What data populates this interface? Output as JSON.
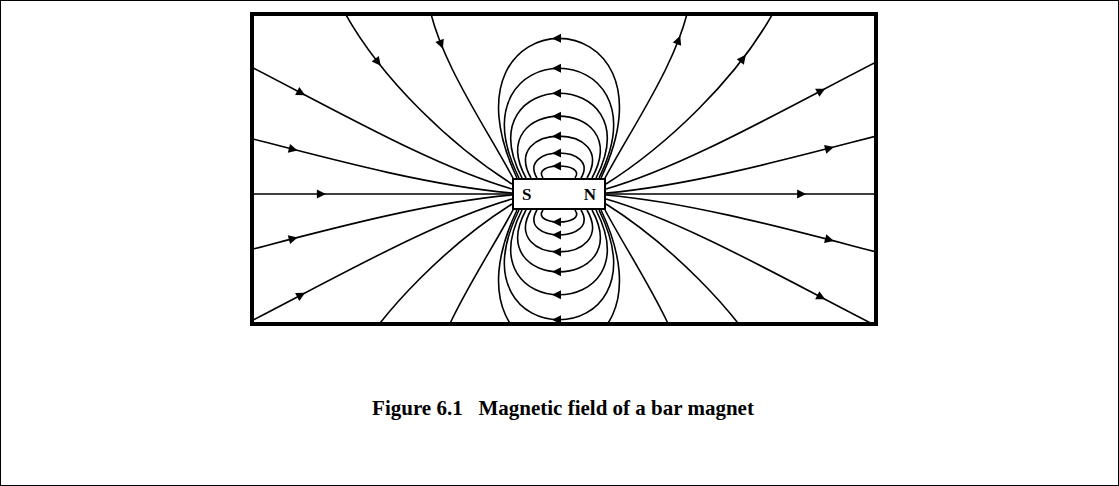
{
  "diagram": {
    "caption": "Figure 6.1   Magnetic field of a bar magnet",
    "nodes": [
      {
        "text": [
          "S",
          "N"
        ]
      }
    ]
  }
}
